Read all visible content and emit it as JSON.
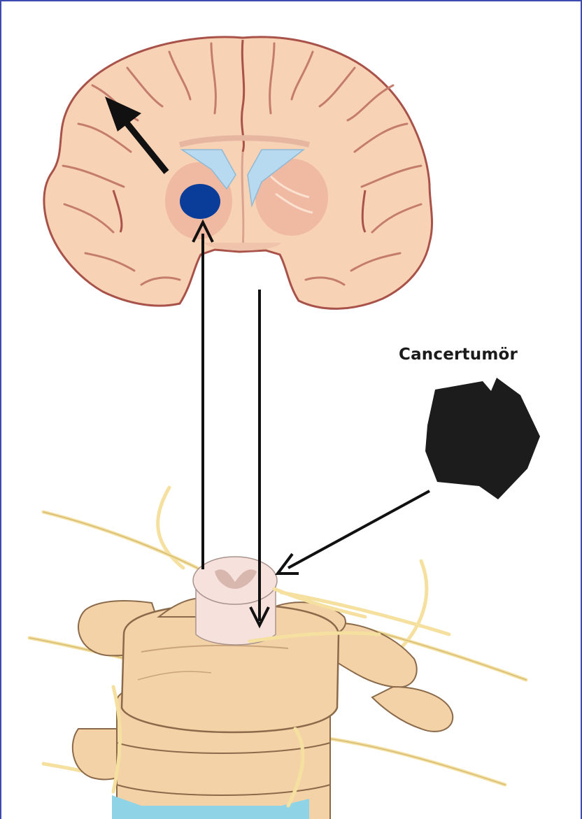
{
  "figure": {
    "tumor_label": "Cancertumör"
  },
  "colors": {
    "frame_border": "#3b4bb0",
    "brain_tissue": "#f8d2b4",
    "brain_outline": "#a8524a",
    "ventricle": "#b8daf0",
    "thalamus_spot": "#0a3d99",
    "tumor": "#1c1c1c",
    "nerve": "#f5e0a0",
    "vertebra": "#f4d2a8",
    "arrow": "#111111"
  },
  "icons": {
    "brain": "brain-coronal-section",
    "spine": "spinal-cord-with-vertebrae",
    "tumor": "cancer-tumor-blob",
    "thalamus": "thalamus-dot"
  }
}
